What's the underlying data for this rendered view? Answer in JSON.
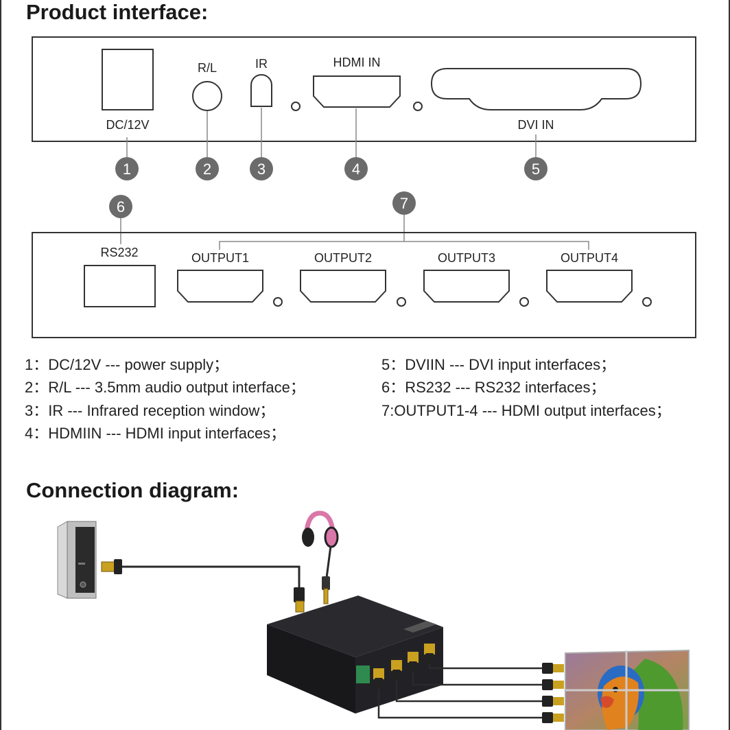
{
  "headings": {
    "product_interface": "Product interface:",
    "connection_diagram": "Connection diagram:"
  },
  "front_panel": {
    "dc": "DC/12V",
    "rl": "R/L",
    "ir": "IR",
    "hdmi_in": "HDMI IN",
    "dvi_in": "DVI IN"
  },
  "rear_panel": {
    "rs232": "RS232",
    "output1": "OUTPUT1",
    "output2": "OUTPUT2",
    "output3": "OUTPUT3",
    "output4": "OUTPUT4"
  },
  "callouts": [
    "1",
    "2",
    "3",
    "4",
    "5",
    "6",
    "7"
  ],
  "legend": [
    "1：DC/12V --- power supply；",
    "2：R/L --- 3.5mm audio output interface；",
    "3：IR --- Infrared reception window；",
    "4：HDMIIN --- HDMI input interfaces；",
    "5：DVIIN --- DVI input interfaces；",
    "6：RS232 --- RS232 interfaces；",
    "7:OUTPUT1-4 --- HDMI output interfaces；"
  ],
  "colors": {
    "callout_fill": "#6b6b6b",
    "outline": "#333333",
    "device_body": "#1e1e22",
    "cable": "#2a2a2a",
    "headphone_pink": "#d977a8"
  }
}
